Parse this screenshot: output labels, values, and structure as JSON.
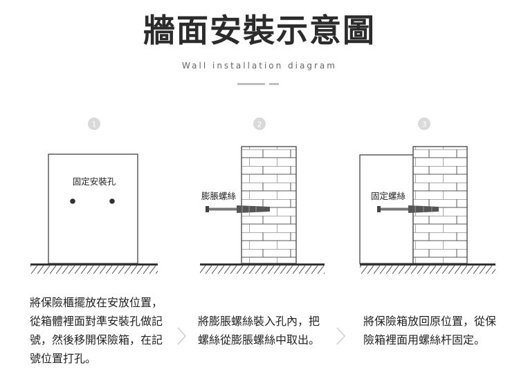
{
  "header": {
    "title": "牆面安裝示意圖",
    "subtitle": "Wall installation diagram"
  },
  "steps": [
    {
      "number": "1",
      "label": "固定安裝孔",
      "description": "將保險櫃擺放在安放位置，從箱體裡面對準安裝孔做記號，然後移開保險箱，在記號位置打孔。"
    },
    {
      "number": "2",
      "label": "膨脹螺絲",
      "description": "將膨脹螺絲裝入孔內，把螺絲從膨脹螺絲中取出。"
    },
    {
      "number": "3",
      "label": "固定螺絲",
      "description": "將保險箱放回原位置，從保險箱裡面用螺絲杆固定。"
    }
  ],
  "colors": {
    "ink": "#333333",
    "badge": "#d9d9d9",
    "hatch": "#555555"
  }
}
